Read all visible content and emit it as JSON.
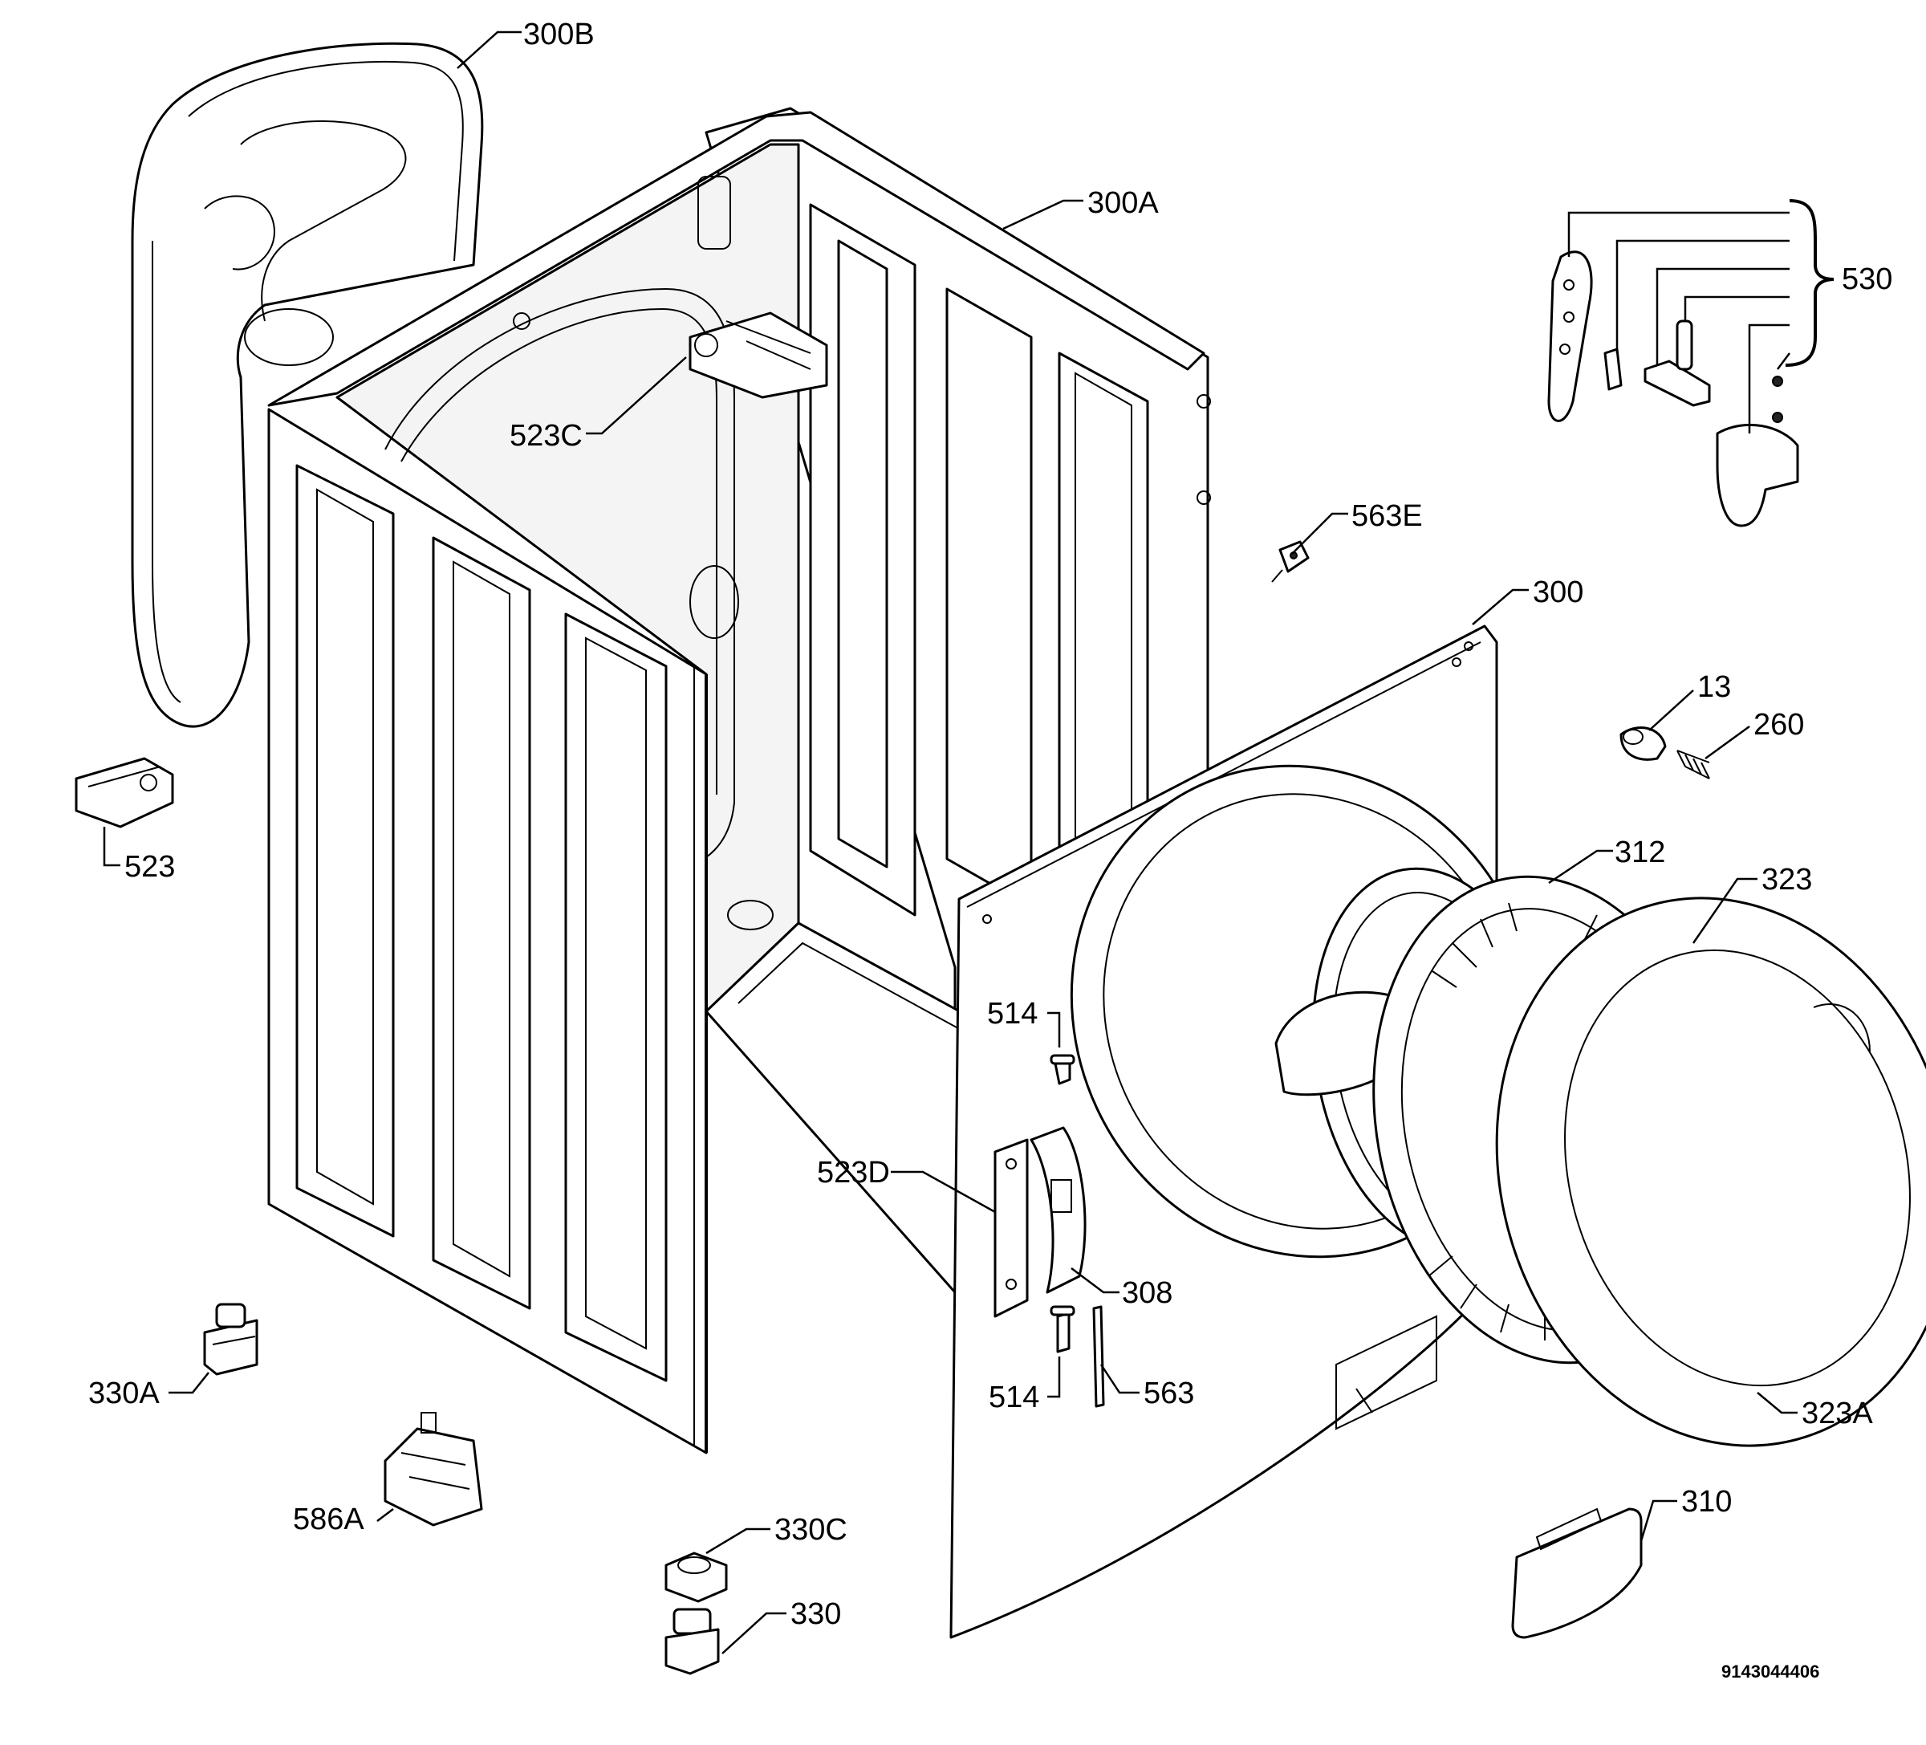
{
  "diagram": {
    "drawing_number": "9143044406",
    "labels": {
      "l300B": "300B",
      "l300A": "300A",
      "l530": "530",
      "l523C": "523C",
      "l563E": "563E",
      "l300": "300",
      "l13": "13",
      "l260": "260",
      "l523": "523",
      "l312": "312",
      "l323": "323",
      "l514a": "514",
      "l523D": "523D",
      "l308": "308",
      "l514b": "514",
      "l563": "563",
      "l323A": "323A",
      "l330A": "330A",
      "l586A": "586A",
      "l330C": "330C",
      "l330": "330",
      "l310": "310"
    }
  }
}
